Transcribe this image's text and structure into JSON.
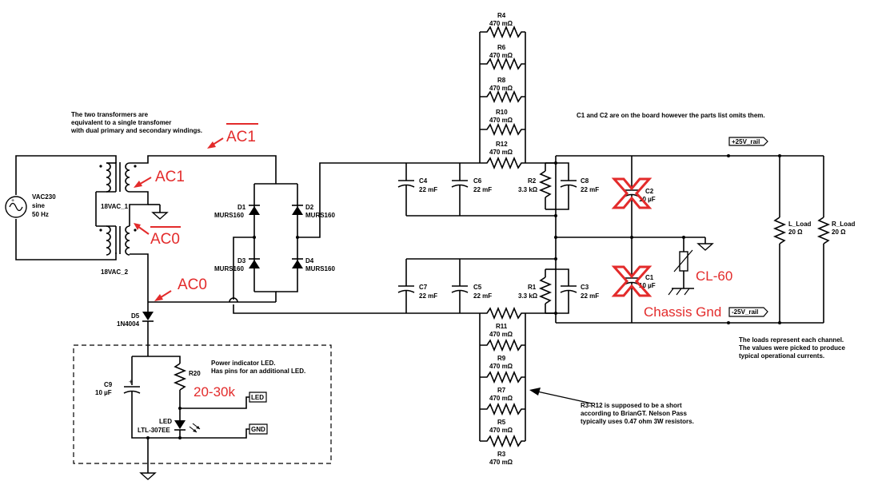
{
  "notes": {
    "transformers": [
      "The two transformers are",
      "equivalent to a single transfomer",
      "with dual primary and secondary windings."
    ],
    "c1c2": "C1 and C2 are on the board however the parts list omits them.",
    "loads": [
      "The loads represent each channel.",
      "The values were picked to produce",
      "typical operational currents."
    ],
    "short": [
      "R3-R12 is supposed to be a short",
      "according to BrianGT. Nelson Pass",
      "typically uses 0.47 ohm 3W resistors."
    ],
    "led": [
      "Power indicator LED.",
      "Has pins for an additional LED."
    ]
  },
  "source": {
    "name": "VAC230",
    "type": "sine",
    "freq": "50 Hz"
  },
  "transformer_labels": {
    "upper": "18VAC_1",
    "lower": "18VAC_2"
  },
  "annotations": {
    "ac1_bar": "AC1",
    "ac1": "AC1",
    "ac0_bar": "AC0",
    "ac0": "AC0",
    "r20_value": "20-30k",
    "cl60": "CL-60",
    "chassis_gnd": "Chassis Gnd"
  },
  "diodes": [
    {
      "ref": "D1",
      "part": "MURS160"
    },
    {
      "ref": "D2",
      "part": "MURS160"
    },
    {
      "ref": "D3",
      "part": "MURS160"
    },
    {
      "ref": "D4",
      "part": "MURS160"
    },
    {
      "ref": "D5",
      "part": "1N4004"
    }
  ],
  "capacitors": [
    {
      "ref": "C4",
      "value": "22 mF"
    },
    {
      "ref": "C6",
      "value": "22 mF"
    },
    {
      "ref": "C8",
      "value": "22 mF"
    },
    {
      "ref": "C2",
      "value": "10 µF"
    },
    {
      "ref": "C7",
      "value": "22 mF"
    },
    {
      "ref": "C5",
      "value": "22 mF"
    },
    {
      "ref": "C3",
      "value": "22 mF"
    },
    {
      "ref": "C1",
      "value": "10 µF"
    },
    {
      "ref": "C9",
      "value": "10 µF"
    }
  ],
  "resistors_top": [
    {
      "ref": "R4",
      "value": "470 mΩ"
    },
    {
      "ref": "R6",
      "value": "470 mΩ"
    },
    {
      "ref": "R8",
      "value": "470 mΩ"
    },
    {
      "ref": "R10",
      "value": "470 mΩ"
    },
    {
      "ref": "R12",
      "value": "470 mΩ"
    }
  ],
  "resistors_bottom": [
    {
      "ref": "R11",
      "value": "470 mΩ"
    },
    {
      "ref": "R9",
      "value": "470 mΩ"
    },
    {
      "ref": "R7",
      "value": "470 mΩ"
    },
    {
      "ref": "R5",
      "value": "470 mΩ"
    },
    {
      "ref": "R3",
      "value": "470 mΩ"
    }
  ],
  "bleeders": [
    {
      "ref": "R2",
      "value": "3.3 kΩ"
    },
    {
      "ref": "R1",
      "value": "3.3 kΩ"
    }
  ],
  "loads": [
    {
      "ref": "L_Load",
      "value": "20 Ω"
    },
    {
      "ref": "R_Load",
      "value": "20 Ω"
    }
  ],
  "r20": {
    "ref": "R20"
  },
  "led": {
    "ref": "LED",
    "part": "LTL-307EE"
  },
  "net_labels": {
    "pos": "+25V_rail",
    "neg": "-25V_rail",
    "led": "LED",
    "gnd": "GND"
  }
}
